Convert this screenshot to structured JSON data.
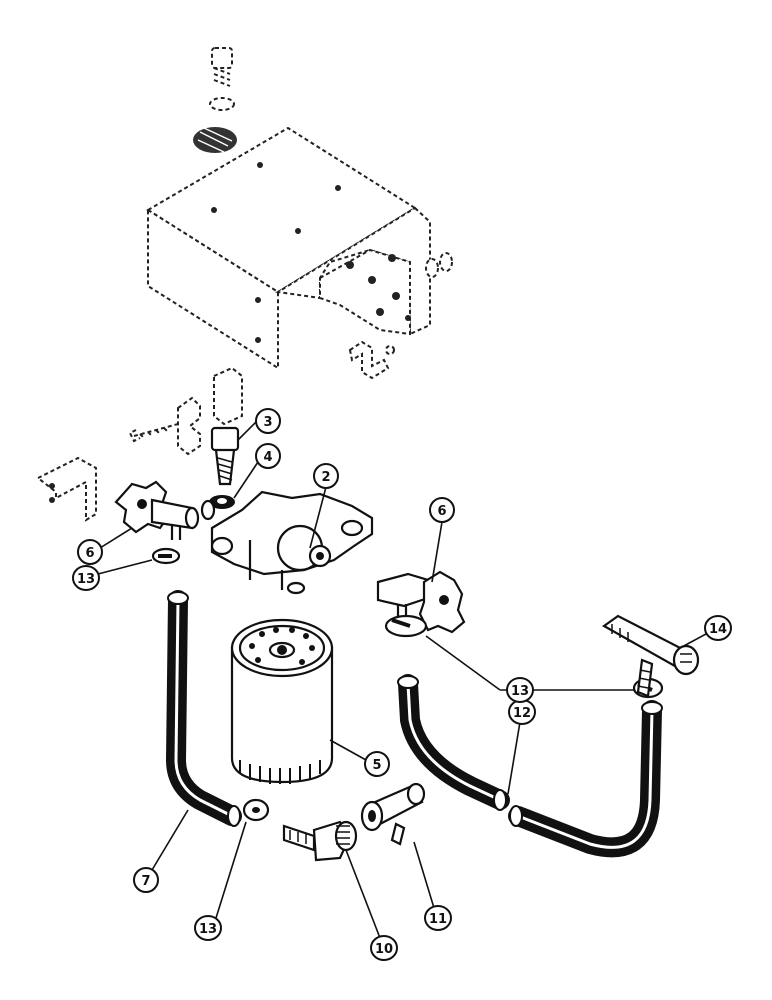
{
  "diagram": {
    "colors": {
      "ink": "#111111",
      "paper": "#ffffff"
    },
    "callouts": [
      {
        "id": "c2",
        "label": "2"
      },
      {
        "id": "c3",
        "label": "3"
      },
      {
        "id": "c4",
        "label": "4"
      },
      {
        "id": "c5",
        "label": "5"
      },
      {
        "id": "c6a",
        "label": "6"
      },
      {
        "id": "c6b",
        "label": "6"
      },
      {
        "id": "c7",
        "label": "7"
      },
      {
        "id": "c10",
        "label": "10"
      },
      {
        "id": "c11",
        "label": "11"
      },
      {
        "id": "c12",
        "label": "12"
      },
      {
        "id": "c13a",
        "label": "13"
      },
      {
        "id": "c13b",
        "label": "13"
      },
      {
        "id": "c13c",
        "label": "13"
      },
      {
        "id": "c14",
        "label": "14"
      }
    ]
  }
}
